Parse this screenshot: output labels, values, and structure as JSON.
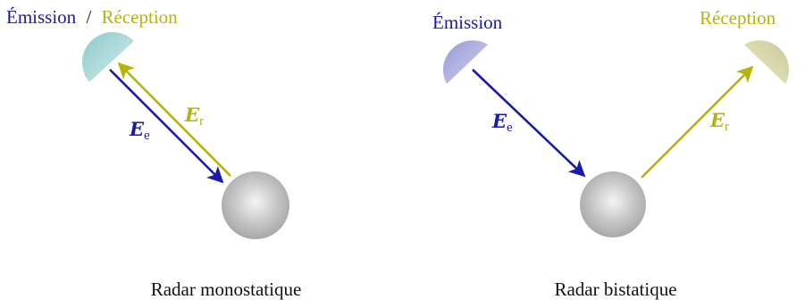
{
  "colors": {
    "emission": "#1a1aa6",
    "reception": "#b5b30a",
    "emission_dish_mono": "#a7d6d6",
    "emission_dish_bi": "#a9a9dc",
    "reception_dish_bi": "#d8d9a8",
    "target": "#b8b8b8"
  },
  "monostatic": {
    "label_emission": "Émission",
    "label_separator": "/",
    "label_reception": "Réception",
    "vector_emitted": "E",
    "vector_emitted_sub": "e",
    "vector_received": "E",
    "vector_received_sub": "r",
    "caption": "Radar monostatique"
  },
  "bistatic": {
    "label_emission": "Émission",
    "label_reception": "Réception",
    "vector_emitted": "E",
    "vector_emitted_sub": "e",
    "vector_received": "E",
    "vector_received_sub": "r",
    "caption": "Radar bistatique"
  }
}
